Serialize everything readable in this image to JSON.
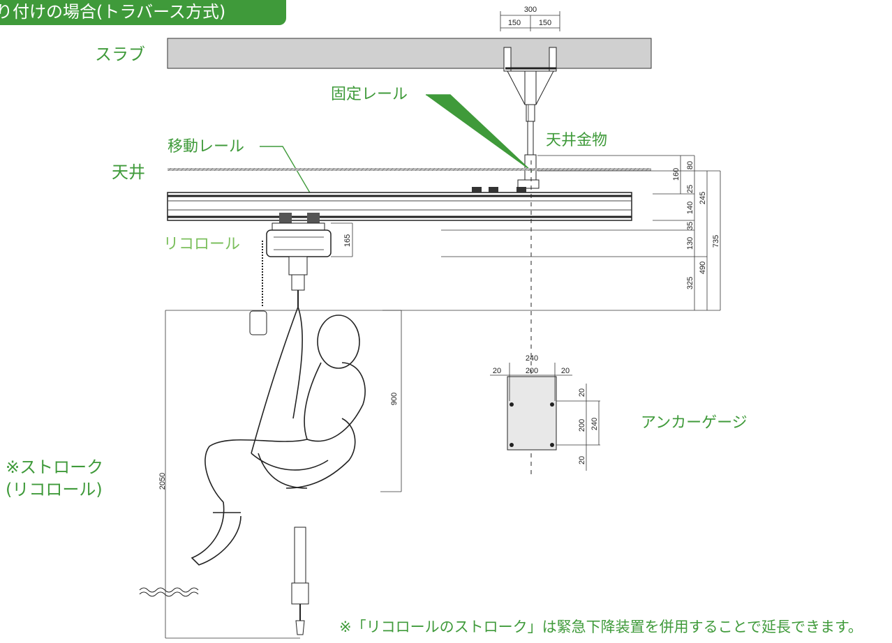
{
  "header": {
    "title": "り付けの場合(トラバース方式)"
  },
  "labels": {
    "slab": "スラブ",
    "fixed_rail": "固定レール",
    "ceiling_bracket": "天井金物",
    "moving_rail": "移動レール",
    "ceiling": "天井",
    "ricoroll": "リコロール",
    "anchor_gauge": "アンカーゲージ",
    "stroke_line1": "※ストローク",
    "stroke_line2": "(リコロール)",
    "footnote": "※「リコロールのストローク」は緊急下降装置を併用することで延長できます。"
  },
  "dimensions": {
    "top_total": "300",
    "top_left": "150",
    "top_right": "150",
    "d80": "80",
    "d160": "160",
    "d25": "25",
    "d245": "245",
    "d140": "140",
    "d35": "35",
    "d735": "735",
    "d130": "130",
    "d490": "490",
    "d325": "325",
    "d165": "165",
    "d900": "900",
    "d2050": "2050",
    "anchor_total": "240",
    "anchor_left": "20",
    "anchor_mid": "200",
    "anchor_right": "20",
    "anchor_v20a": "20",
    "anchor_v200": "200",
    "anchor_v240": "240",
    "anchor_v20b": "20"
  }
}
